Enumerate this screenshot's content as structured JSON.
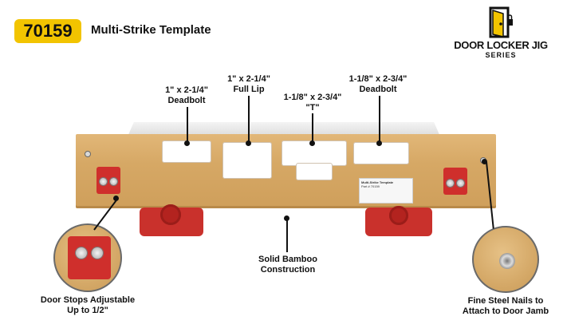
{
  "header": {
    "model_number": "70159",
    "product_title": "Multi-Strike Template"
  },
  "logo": {
    "name": "DOOR LOCKER JIG",
    "series": "SERIES",
    "icon": "door-lock-icon"
  },
  "cutouts": [
    {
      "size": "1\" x 2-1/4\"",
      "type": "Deadbolt"
    },
    {
      "size": "1\" x 2-1/4\"",
      "type": "Full Lip"
    },
    {
      "size": "1-1/8\" x 2-3/4\"",
      "type": "\"T\""
    },
    {
      "size": "1-1/8\" x 2-3/4\"",
      "type": "Deadbolt"
    }
  ],
  "callouts": {
    "door_stops": {
      "line1": "Door Stops Adjustable",
      "line2": "Up to 1/2\""
    },
    "construction": {
      "line1": "Solid Bamboo",
      "line2": "Construction"
    },
    "nails": {
      "line1": "Fine Steel Nails to",
      "line2": "Attach to Door Jamb"
    }
  },
  "sticker": {
    "line1": "Multi-Strike Template",
    "line2": "Part # 70159"
  },
  "colors": {
    "badge": "#f2c400",
    "bamboo": "#d6a865",
    "red_parts": "#cf2f2c"
  }
}
